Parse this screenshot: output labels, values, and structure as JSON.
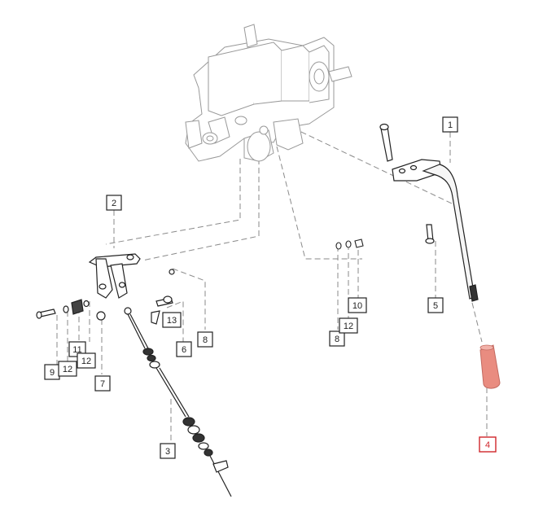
{
  "diagram": {
    "callouts": [
      {
        "id": "c1",
        "label": "1"
      },
      {
        "id": "c2",
        "label": "2"
      },
      {
        "id": "c3",
        "label": "3"
      },
      {
        "id": "c4",
        "label": "4"
      },
      {
        "id": "c5",
        "label": "5"
      },
      {
        "id": "c6",
        "label": "6"
      },
      {
        "id": "c7",
        "label": "7"
      },
      {
        "id": "c8a",
        "label": "8"
      },
      {
        "id": "c8b",
        "label": "8"
      },
      {
        "id": "c9",
        "label": "9"
      },
      {
        "id": "c10",
        "label": "10"
      },
      {
        "id": "c11",
        "label": "11"
      },
      {
        "id": "c12a",
        "label": "12"
      },
      {
        "id": "c12b",
        "label": "12"
      },
      {
        "id": "c12c",
        "label": "12"
      },
      {
        "id": "c13",
        "label": "13"
      }
    ],
    "colors": {
      "line": "#222222",
      "dash": "#8a8a8a",
      "frame": "#999999",
      "highlight": "#d0262b",
      "knob": "#e98c80"
    }
  }
}
